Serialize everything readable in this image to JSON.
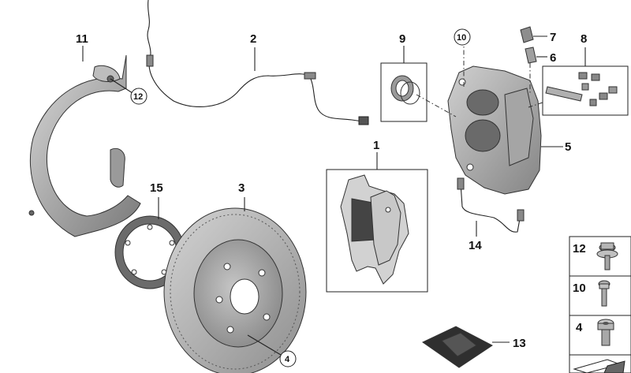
{
  "callouts": {
    "c1": "1",
    "c2": "2",
    "c3": "3",
    "c4": "4",
    "c5": "5",
    "c6": "6",
    "c7": "7",
    "c8": "8",
    "c9": "9",
    "c10": "10",
    "c11": "11",
    "c12": "12",
    "c13": "13",
    "c14": "14",
    "c15": "15"
  },
  "legend": {
    "items": [
      {
        "label": "12"
      },
      {
        "label": "10"
      },
      {
        "label": "4"
      }
    ]
  }
}
